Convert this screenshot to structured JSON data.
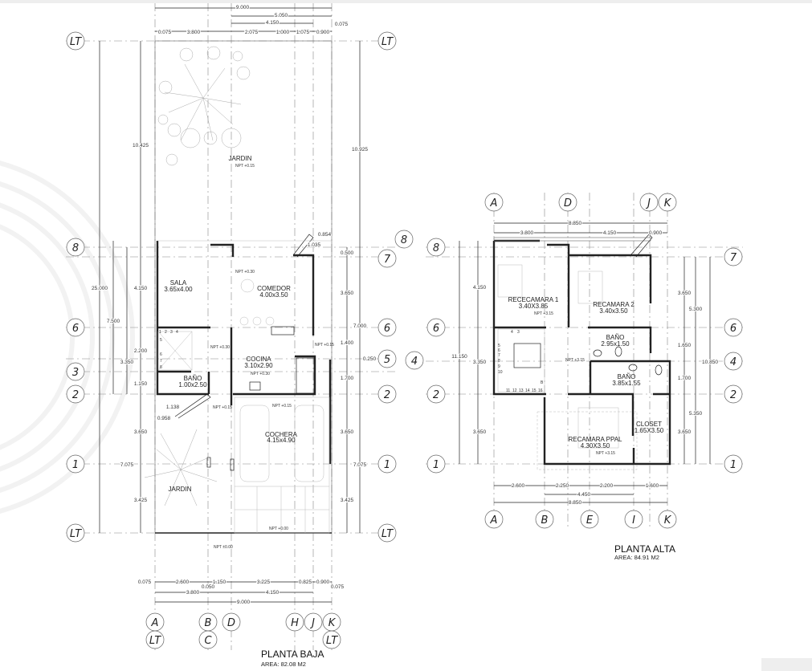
{
  "ground_floor": {
    "title": "PLANTA BAJA",
    "area": "AREA: 82.08 M2",
    "rooms": [
      {
        "name": "JARDIN"
      },
      {
        "name": "SALA",
        "dims": "3.65x4.00"
      },
      {
        "name": "COMEDOR",
        "dims": "4.00x3.50"
      },
      {
        "name": "COCINA",
        "dims": "3.10x2.90"
      },
      {
        "name": "BAÑO",
        "dims": "1.00x2.50"
      },
      {
        "name": "COCHERA",
        "dims": "4.15x4.90"
      },
      {
        "name": "JARDIN"
      }
    ],
    "levels": [
      "NPT +0.15",
      "NPT +0.30",
      "NPT +0.30",
      "NPT +0.30",
      "NPT +0.15",
      "NPT +0.15",
      "NPT +0.15",
      "NPT +0.00",
      "NPT ±0.00"
    ],
    "dims_top": [
      "9.000",
      "5.050",
      "4.150",
      "0.075",
      "3.800",
      "2.075",
      "1.000",
      "1.075",
      "0.900",
      "0.075"
    ],
    "dims_left": [
      "25.000",
      "10.425",
      "7.500",
      "4.150",
      "2.200",
      "3.350",
      "1.150",
      "3.650",
      "7.075",
      "3.425",
      "1.138",
      "0.958"
    ],
    "dims_right": [
      "10.925",
      "0.500",
      "3.650",
      "7.000",
      "1.400",
      "0.250",
      "1.700",
      "3.650",
      "7.075",
      "3.425",
      "0.854",
      "1.035"
    ],
    "dims_bottom": [
      "0.075",
      "2.600",
      "1.150",
      "0.050",
      "3.225",
      "0.825",
      "0.900",
      "0.075",
      "3.800",
      "4.150",
      "9.000"
    ],
    "axes_left": [
      "LT",
      "8",
      "6",
      "3",
      "2",
      "1",
      "LT"
    ],
    "axes_right": [
      "LT",
      "8",
      "7",
      "6",
      "5",
      "4",
      "2",
      "1",
      "LT"
    ],
    "axes_bottom": [
      "A",
      "B",
      "D",
      "H",
      "J",
      "K",
      "LT",
      "C",
      "LT"
    ],
    "stair_numbers": [
      "4",
      "3",
      "2",
      "1",
      "5",
      "6",
      "7",
      "8"
    ]
  },
  "upper_floor": {
    "title": "PLANTA ALTA",
    "area": "AREA: 84.91 M2",
    "rooms": [
      {
        "name": "RECECAMARA 1",
        "dims": "3.40X3.85"
      },
      {
        "name": "RECAMARA 2",
        "dims": "3.40x3.50"
      },
      {
        "name": "BAÑO",
        "dims": "2.95x1.50"
      },
      {
        "name": "BAÑO",
        "dims": "3.85x1.55"
      },
      {
        "name": "CLOSET",
        "dims": "1.65X3.50"
      },
      {
        "name": "RECAMARA PPAL",
        "dims": "4.30X3.50"
      }
    ],
    "levels": [
      "NPT +3.15",
      "NPT +3.15",
      "NPT +3.15"
    ],
    "dims_top": [
      "8.850",
      "3.800",
      "4.150",
      "0.900"
    ],
    "dims_left": [
      "4.150",
      "11.150",
      "3.350",
      "3.650"
    ],
    "dims_right": [
      "3.650",
      "5.300",
      "1.650",
      "10.850",
      "1.700",
      "5.350",
      "3.650"
    ],
    "dims_bottom": [
      "2.600",
      "2.250",
      "2.200",
      "1.600",
      "4.450",
      "8.850"
    ],
    "axes_top": [
      "A",
      "D",
      "J",
      "K"
    ],
    "axes_left": [
      "8",
      "6",
      "2",
      "1"
    ],
    "axes_right": [
      "7",
      "6",
      "4",
      "2",
      "1"
    ],
    "axes_bottom": [
      "A",
      "B",
      "E",
      "I",
      "K"
    ],
    "stair_numbers": [
      "4",
      "3",
      "5",
      "6",
      "7",
      "8",
      "9",
      "10",
      "11",
      "12",
      "13",
      "14",
      "15",
      "16",
      "B"
    ]
  }
}
